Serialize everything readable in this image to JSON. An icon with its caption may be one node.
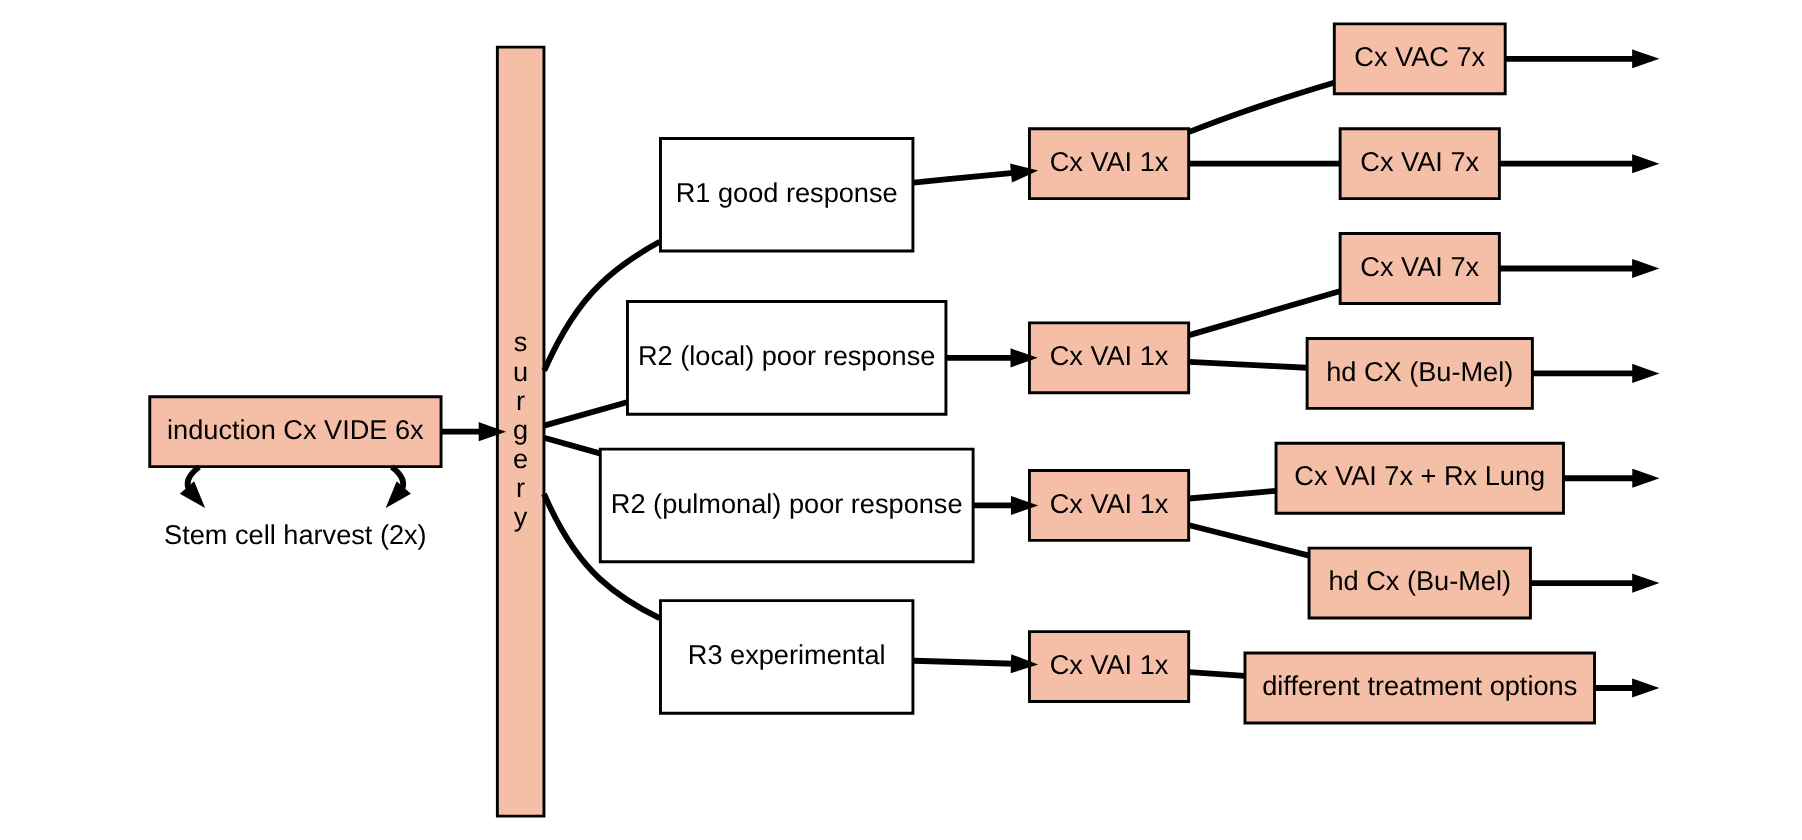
{
  "diagram": {
    "nodes": [
      {
        "text": [
          "induction Cx VIDE 6x"
        ]
      },
      {
        "text": [
          "Stem cell harvest (2x)"
        ]
      },
      {
        "text": [
          "surgery"
        ]
      },
      {
        "text": [
          "R1 good response"
        ]
      },
      {
        "text": [
          "Cx VAI 1x"
        ]
      },
      {
        "text": [
          "Cx VAC 7x"
        ]
      },
      {
        "text": [
          "Cx VAI 7x"
        ]
      },
      {
        "text": [
          "R2 (local) poor response"
        ]
      },
      {
        "text": [
          "Cx VAI 1x"
        ]
      },
      {
        "text": [
          "Cx VAI 7x"
        ]
      },
      {
        "text": [
          "hd CX (Bu-Mel)"
        ]
      },
      {
        "text": [
          "R2 (pulmonal) poor response"
        ]
      },
      {
        "text": [
          "Cx VAI 1x"
        ]
      },
      {
        "text": [
          "Cx VAI 7x + Rx Lung"
        ]
      },
      {
        "text": [
          "hd Cx (Bu-Mel)"
        ]
      },
      {
        "text": [
          "R3 experimental"
        ]
      },
      {
        "text": [
          "Cx VAI 1x"
        ]
      },
      {
        "text": [
          "different treatment options"
        ]
      }
    ],
    "edges": [
      {
        "from": 0,
        "to": 1,
        "arrow": "to"
      },
      {
        "from": 0,
        "to": 1,
        "arrow": "to"
      },
      {
        "from": 0,
        "to": 2,
        "arrow": "to"
      },
      {
        "from": 2,
        "to": 3,
        "arrow": "none"
      },
      {
        "from": 2,
        "to": 7,
        "arrow": "none"
      },
      {
        "from": 2,
        "to": 11,
        "arrow": "none"
      },
      {
        "from": 2,
        "to": 15,
        "arrow": "none"
      },
      {
        "from": 3,
        "to": 4,
        "arrow": "to"
      },
      {
        "from": 4,
        "to": 5,
        "arrow": "none"
      },
      {
        "from": 4,
        "to": 6,
        "arrow": "none"
      },
      {
        "from": 5,
        "to": null,
        "arrow": "to"
      },
      {
        "from": 6,
        "to": null,
        "arrow": "to"
      },
      {
        "from": 7,
        "to": 8,
        "arrow": "to"
      },
      {
        "from": 8,
        "to": 9,
        "arrow": "none"
      },
      {
        "from": 8,
        "to": 10,
        "arrow": "none"
      },
      {
        "from": 9,
        "to": null,
        "arrow": "to"
      },
      {
        "from": 10,
        "to": null,
        "arrow": "to"
      },
      {
        "from": 11,
        "to": 12,
        "arrow": "to"
      },
      {
        "from": 12,
        "to": 13,
        "arrow": "none"
      },
      {
        "from": 12,
        "to": 14,
        "arrow": "none"
      },
      {
        "from": 13,
        "to": null,
        "arrow": "to"
      },
      {
        "from": 14,
        "to": null,
        "arrow": "to"
      },
      {
        "from": 15,
        "to": 16,
        "arrow": "to"
      },
      {
        "from": 16,
        "to": 17,
        "arrow": "none"
      },
      {
        "from": 17,
        "to": null,
        "arrow": "to"
      }
    ]
  }
}
